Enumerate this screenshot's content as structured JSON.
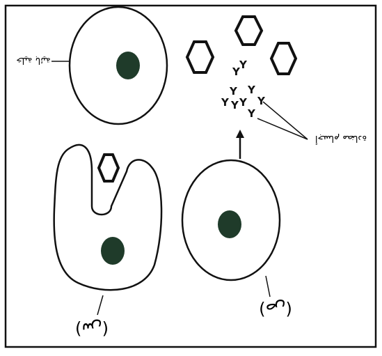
{
  "labels": {
    "top_left_cell": "خلية بائية",
    "antibodies": "أجسام مضادة",
    "cell_s": "(س)",
    "cell_sh": "(ص)"
  },
  "antibody_glyph": "Y",
  "colors": {
    "frame": "#111111",
    "background": "#ffffff",
    "nucleus": "#1f3b2a",
    "stroke": "#111111"
  },
  "icons": {
    "antigen": "hexagon-antigen-icon",
    "arrow": "up-arrow-icon"
  }
}
